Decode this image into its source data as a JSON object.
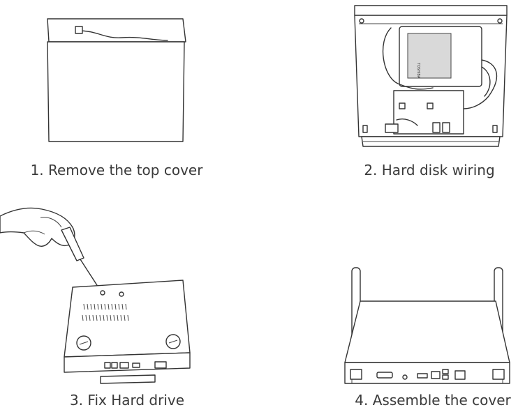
{
  "steps": [
    {
      "caption": "1. Remove the top cover"
    },
    {
      "caption": "2. Hard disk wiring"
    },
    {
      "caption": "3. Fix Hard drive"
    },
    {
      "caption": "4. Assemble the cover"
    }
  ],
  "labels": {
    "hdd_brand": "TOSHIBA"
  }
}
